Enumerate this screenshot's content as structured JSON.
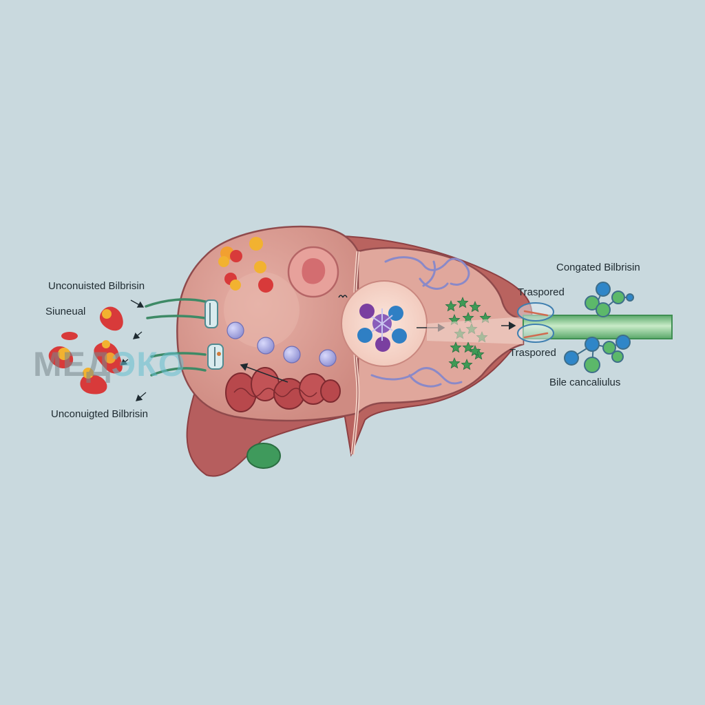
{
  "labels": {
    "unconjugated_top": "Unconuisted Bilbrisin",
    "sinusoid": "Siuneual",
    "unconjugated_bottom": "Unconuigted Bilbrisin",
    "conjugated": "Congated Bilbrisin",
    "transported_top": "Traspored",
    "transported_bottom": "Traspored",
    "bile_canaliculus": "Bile cancaliulus"
  },
  "watermark": {
    "part1": "МЕД",
    "part2": "ЭКО"
  },
  "colors": {
    "background": "#c9d9de",
    "liver_outer": "#b65e5e",
    "cell_body": "#d99a90",
    "nucleus": "#f6d9cf",
    "bilirubin_red": "#d83a3a",
    "bilirubin_yellow": "#f2b230",
    "membrane_green": "#3e8a66",
    "conjugate_blue": "#2f86c8",
    "conjugate_green": "#5cb86a",
    "vesicle_purple": "#a7a8e0",
    "duct_green": "#8fd19a"
  }
}
